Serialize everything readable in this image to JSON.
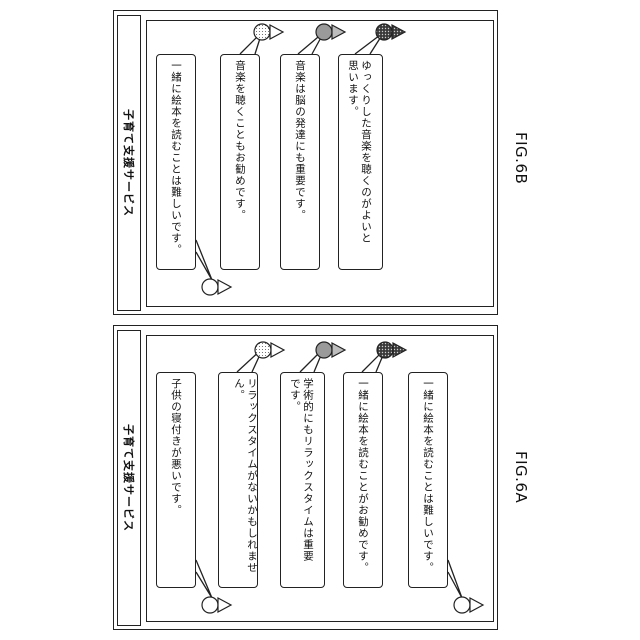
{
  "figures": [
    {
      "caption": "FIG.6A",
      "header": "子育て支援サービス",
      "messages": [
        {
          "speaker": "user",
          "text": "子供の寝付きが悪いです。"
        },
        {
          "speaker": "agent-light",
          "text": "リラックスタイムがないかもしれません。"
        },
        {
          "speaker": "agent-medium",
          "text": "学術的にもリラックスタイムは重要\nです。"
        },
        {
          "speaker": "agent-dark",
          "text": "一緒に絵本を読むことがお勧めです。"
        },
        {
          "speaker": "user",
          "text": "一緒に絵本を読むことは難しいです。"
        }
      ]
    },
    {
      "caption": "FIG.6B",
      "header": "子育て支援サービス",
      "messages": [
        {
          "speaker": "user",
          "text": "一緒に絵本を読むことは難しいです。"
        },
        {
          "speaker": "agent-light",
          "text": "音楽を聴くこともお勧めです。"
        },
        {
          "speaker": "agent-medium",
          "text": "音楽は脳の発達にも重要です。"
        },
        {
          "speaker": "agent-dark",
          "text": "ゆっくりした音楽を聴くのがよいと\n思います。"
        }
      ]
    }
  ]
}
